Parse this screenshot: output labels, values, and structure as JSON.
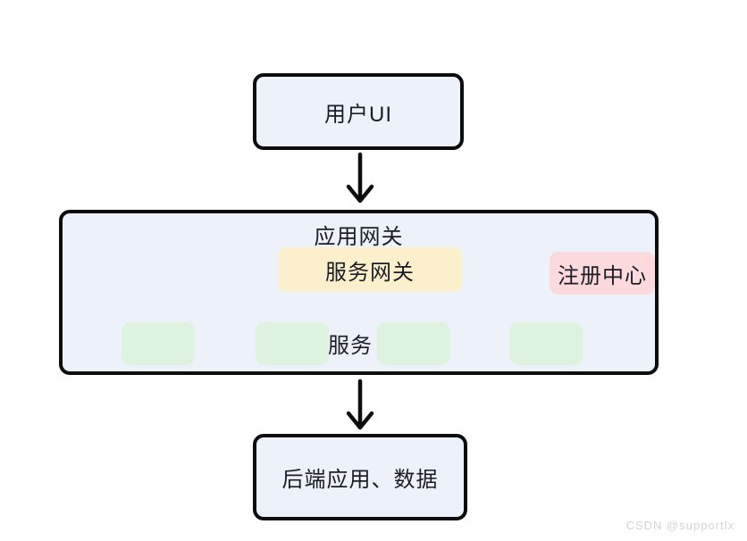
{
  "diagram": {
    "user_ui": {
      "label": "用户UI"
    },
    "gateway": {
      "title": "应用网关"
    },
    "service_gateway": {
      "label": "服务网关"
    },
    "registry": {
      "label": "注册中心"
    },
    "services": {
      "label": "服务",
      "slot_count": 4
    },
    "backend": {
      "label": "后端应用、数据"
    },
    "colors": {
      "node_fill": "#edf1fa",
      "node_border": "#0d0d0d",
      "service_gateway_fill": "#fcf0cc",
      "registry_fill": "#fbd9dc",
      "service_slot_fill": "#def2e0",
      "text": "#1a1d26",
      "arrow": "#0d0d0d"
    }
  },
  "watermark": {
    "text": "CSDN @supportlx"
  }
}
